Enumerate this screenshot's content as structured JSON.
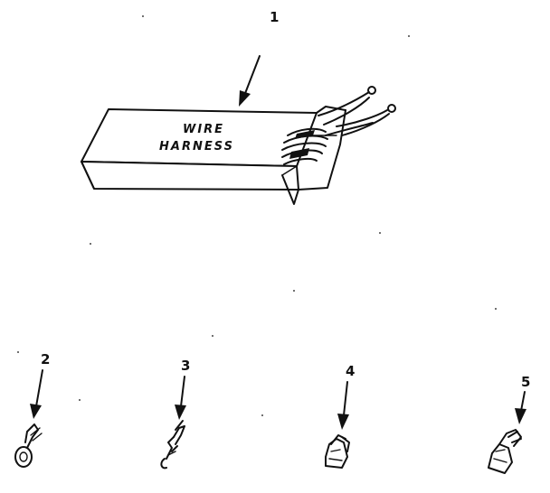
{
  "callouts": [
    {
      "id": "1",
      "label": "1"
    },
    {
      "id": "2",
      "label": "2"
    },
    {
      "id": "3",
      "label": "3"
    },
    {
      "id": "4",
      "label": "4"
    },
    {
      "id": "5",
      "label": "5"
    }
  ],
  "harness_box": {
    "line1": "WIRE",
    "line2": "HARNESS"
  },
  "colors": {
    "ink": "#111111",
    "background": "#ffffff"
  }
}
